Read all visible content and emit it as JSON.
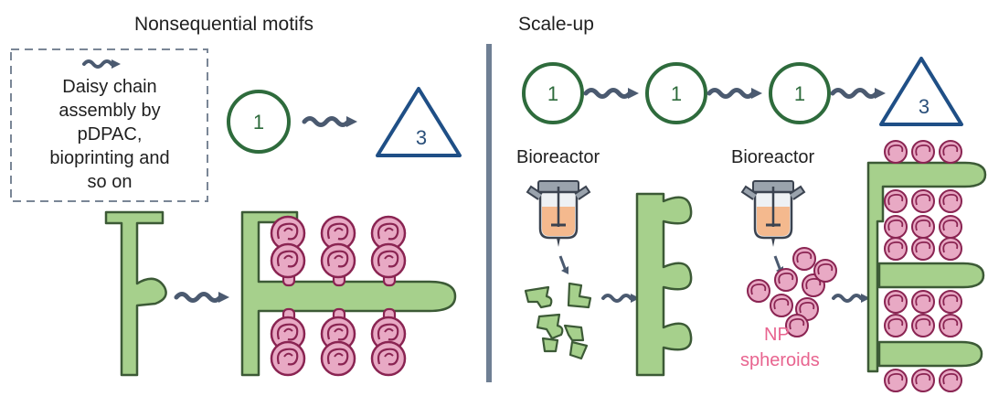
{
  "left": {
    "title": "Nonsequential motifs",
    "legend_lines": [
      "Daisy chain",
      "assembly by",
      "pDPAC,",
      "bioprinting and",
      "so on"
    ],
    "circle_number": "1",
    "triangle_number": "3"
  },
  "right": {
    "title": "Scale-up",
    "chain_numbers": [
      "1",
      "1",
      "1"
    ],
    "triangle_number": "3",
    "bioreactor_label_1": "Bioreactor",
    "bioreactor_label_2": "Bioreactor",
    "np_line_1": "NP",
    "np_line_2": "spheroids"
  },
  "colors": {
    "green_stroke": "#2e6b3c",
    "green_fill": "#a6d08c",
    "green_outline": "#3c5a36",
    "blue_stroke": "#1f4f86",
    "number_blue": "#2a4f7a",
    "pink_fill": "#e8a9c4",
    "pink_stroke": "#8a2452",
    "np_pink": "#e8648f",
    "squiggle": "#4b5a70",
    "divider": "#6f7f94",
    "dash_box": "#7a8696",
    "bioreactor_liquid": "#f4b98e"
  }
}
